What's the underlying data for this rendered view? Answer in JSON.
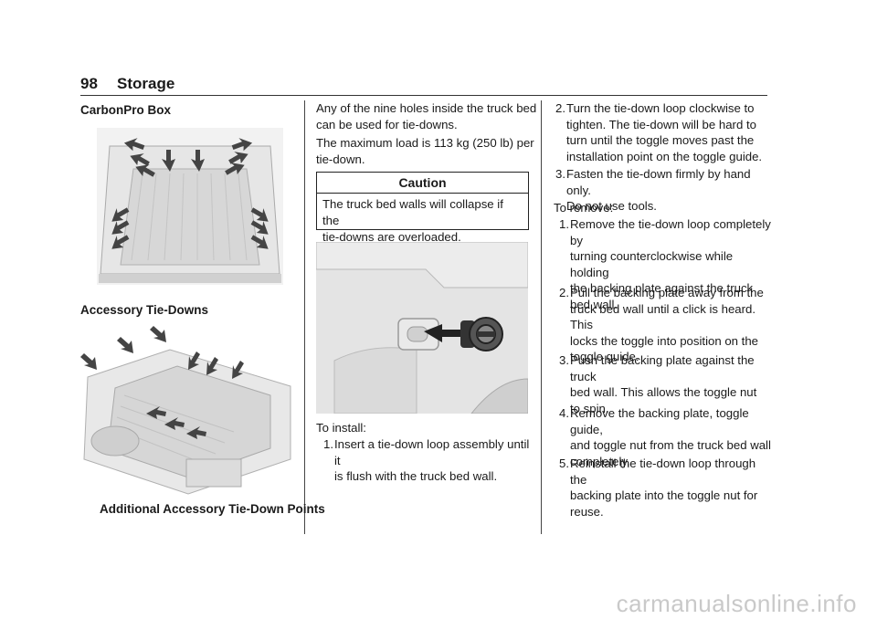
{
  "header": {
    "page_number": "98",
    "section_title": "Storage"
  },
  "left": {
    "carbonpro_heading": "CarbonPro Box",
    "accessory_heading": "Accessory Tie-Downs",
    "figure_caption": "Additional Accessory Tie-Down Points"
  },
  "middle": {
    "line1": "Any of the nine holes inside the truck bed",
    "line2": "can be used for tie-downs.",
    "line3": "The maximum load is 113 kg (250 lb) per",
    "line4": "tie-down.",
    "caution_title": "Caution",
    "caution_line1": "The truck bed walls will collapse if the",
    "caution_line2": "tie-downs are overloaded.",
    "install_label": "To install:",
    "step1_num": "1.",
    "step1_line1": "Insert a tie-down loop assembly until it",
    "step1_line2": "is flush with the truck bed wall."
  },
  "right": {
    "s2_num": "2.",
    "s2": [
      "Turn the tie-down loop clockwise to",
      "tighten. The tie-down will be hard to",
      "turn until the toggle moves past the",
      "installation point on the toggle guide."
    ],
    "s3_num": "3.",
    "s3": [
      "Fasten the tie-down firmly by hand only.",
      "Do not use tools."
    ],
    "remove_label": "To remove:",
    "r1_num": "1.",
    "r1": [
      "Remove the tie-down loop completely by",
      "turning counterclockwise while holding",
      "the backing plate against the truck",
      "bed wall."
    ],
    "r2_num": "2.",
    "r2": [
      "Pull the backing plate away from the",
      "truck bed wall until a click is heard. This",
      "locks the toggle into position on the",
      "toggle guide."
    ],
    "r3_num": "3.",
    "r3": [
      "Push the backing plate against the truck",
      "bed wall. This allows the toggle nut",
      "to spin."
    ],
    "r4_num": "4.",
    "r4": [
      "Remove the backing plate, toggle guide,",
      "and toggle nut from the truck bed wall",
      "completely."
    ],
    "r5_num": "5.",
    "r5": [
      "Reinstall the tie-down loop through the",
      "backing plate into the toggle nut for",
      "reuse."
    ]
  },
  "footer": {
    "watermark": "carmanualsonline.info"
  }
}
